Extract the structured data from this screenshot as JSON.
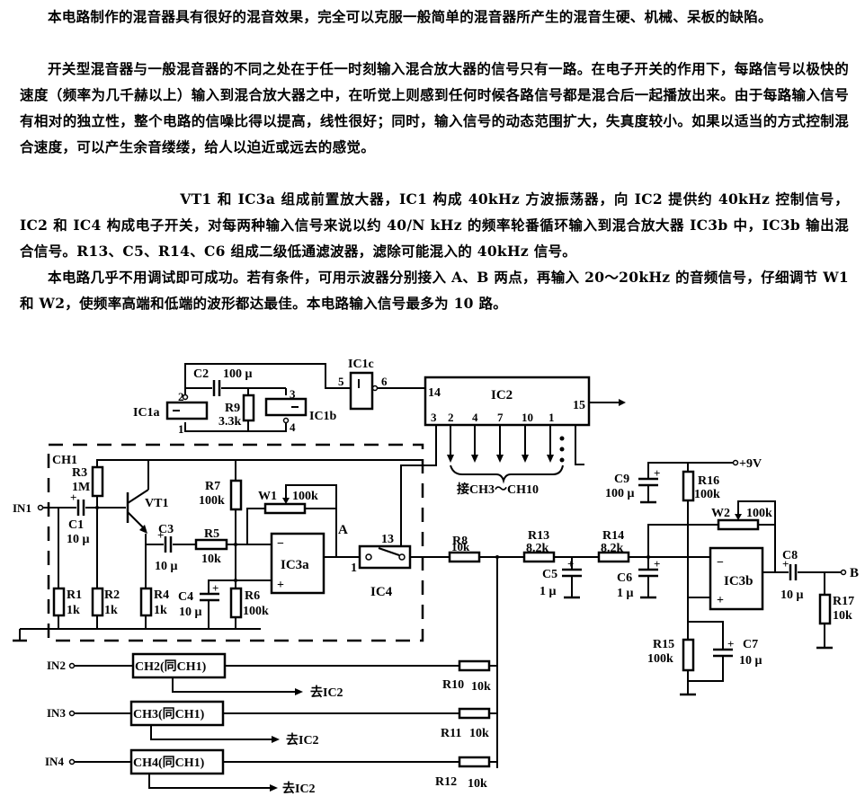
{
  "text": {
    "paragraphs": [
      "本电路制作的混音器具有很好的混音效果，完全可以克服一般简单的混音器所产生的混音生硬、机械、呆板的缺陷。",
      "开关型混音器与一般混音器的不同之处在于任一时刻输入混合放大器的信号只有一路。在电子开关的作用下，每路信号以极快的速度（频率为几千赫以上）输入到混合放大器之中，在听觉上则感到任何时候各路信号都是混合后一起播放出来。由于每路输入信号有相对的独立性，整个电路的信噪比得以提高，线性很好；同时，输入信号的动态范围扩大，失真度较小。如果以适当的方式控制混合速度，可以产生余音缕缕，给人以迫近或远去的感觉。",
      "VT1 和 IC3a 组成前置放大器，IC1 构成 40kHz 方波振荡器，向 IC2 提供约 40kHz 控制信号，IC2 和 IC4 构成电子开关，对每两种输入信号来说以约 40/N kHz 的频率轮番循环输入到混合放大器 IC3b 中，IC3b 输出混合信号。R13、C5、R14、C6 组成二级低通滤波器，滤除可能混入的 40kHz 信号。",
      "本电路几乎不用调试即可成功。若有条件，可用示波器分别接入 A、B 两点，再输入 20～20kHz 的音频信号，仔细调节 W1 和 W2，使频率高端和低端的波形都达最佳。本电路输入信号最多为 10 路。"
    ]
  },
  "schematic": {
    "oscillator": {
      "c2": "C2",
      "c2_val": "100 μ",
      "r9": "R9",
      "r9_val": "3.3k",
      "ic1a": "IC1a",
      "ic1b": "IC1b",
      "ic1c": "IC1c",
      "pin2": "2",
      "pin1": "1",
      "pin3": "3",
      "pin4": "4",
      "pin5": "5",
      "pin6": "6"
    },
    "ic2": {
      "name": "IC2",
      "pin14": "14",
      "pin15": "15",
      "bottom_pins": [
        "3",
        "2",
        "4",
        "7",
        "10",
        "1"
      ],
      "brace_label": "接CH3～CH10"
    },
    "ch1": {
      "label": "CH1",
      "in1": "IN1",
      "r3": "R3",
      "r3_val": "1M",
      "c1": "C1",
      "c1_val": "10 μ",
      "vt1": "VT1",
      "c3": "C3",
      "c3_val": "10 μ",
      "r5": "R5",
      "r5_val": "10k",
      "r7": "R7",
      "r7_val": "100k",
      "w1": "W1",
      "w1_val": "100k",
      "r1": "R1",
      "r1_val": "1k",
      "r2": "R2",
      "r2_val": "1k",
      "r4": "R4",
      "r4_val": "1k",
      "c4": "C4",
      "c4_val": "10 μ",
      "r6": "R6",
      "r6_val": "100k",
      "ic3a": "IC3a",
      "point_a": "A",
      "ic4": "IC4",
      "ic4_pin13": "13",
      "ic4_pin1": "1",
      "minus": "−",
      "plus": "+"
    },
    "mixer": {
      "r8": "R8",
      "r8_val": "10k",
      "r13": "R13",
      "r13_val": "8.2k",
      "r14": "R14",
      "r14_val": "8.2k",
      "c5": "C5",
      "c5_val": "1 μ",
      "c6": "C6",
      "c6_val": "1 μ",
      "c9": "C9",
      "c9_val": "100 μ",
      "r16": "R16",
      "r16_val": "100k",
      "vcc": "+9V",
      "w2": "W2",
      "w2_val": "100k",
      "ic3b": "IC3b",
      "c8": "C8",
      "c8_val": "10 μ",
      "point_b": "B",
      "r17": "R17",
      "r17_val": "10k",
      "r15": "R15",
      "r15_val": "100k",
      "c7": "C7",
      "c7_val": "10 μ"
    },
    "channels": [
      {
        "input": "IN2",
        "block": "CH2(同CH1)",
        "to": "去IC2",
        "res": "R10",
        "res_val": "10k"
      },
      {
        "input": "IN3",
        "block": "CH3(同CH1)",
        "to": "去IC2",
        "res": "R11",
        "res_val": "10k"
      },
      {
        "input": "IN4",
        "block": "CH4(同CH1)",
        "to": "去IC2",
        "res": "R12",
        "res_val": "10k"
      }
    ]
  }
}
